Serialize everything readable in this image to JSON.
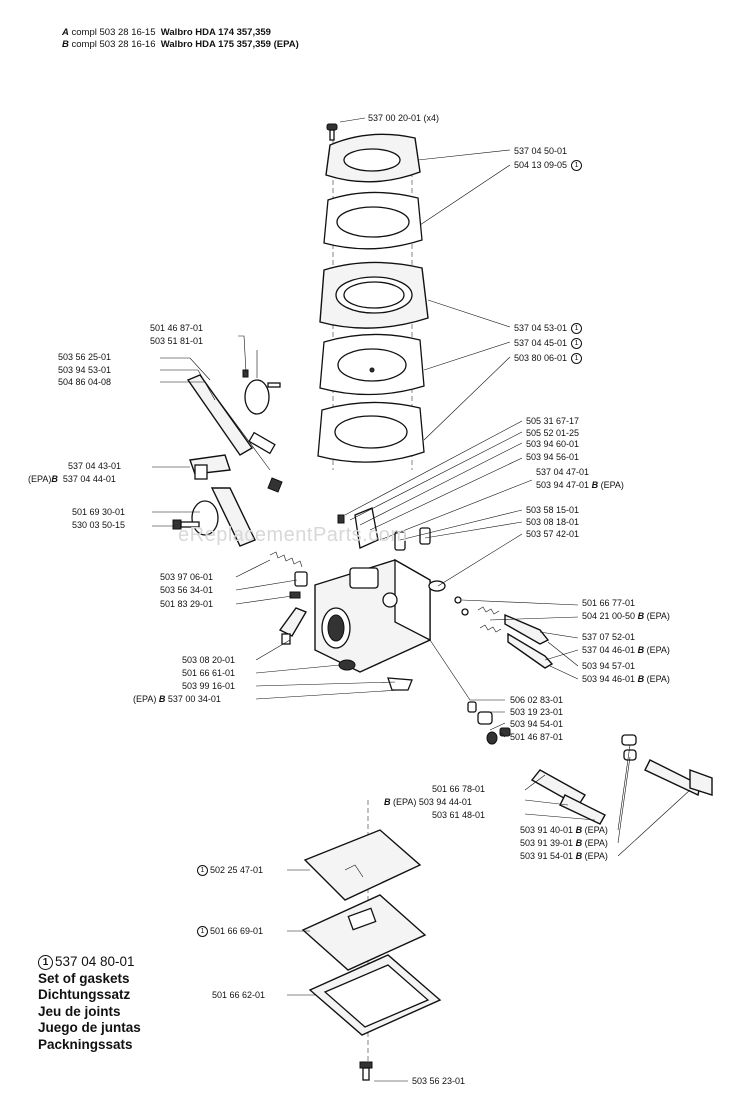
{
  "header": {
    "line_a": {
      "letter": "A",
      "text": "compl 503 28 16-15",
      "model": "Walbro HDA 174 357,359"
    },
    "line_b": {
      "letter": "B",
      "text": "compl 503 28 16-16",
      "model": "Walbro HDA 175 357,359 (EPA)"
    }
  },
  "watermark": "eReplacementParts.com",
  "labels": {
    "p1": "537 00 20-01 (x4)",
    "p2": "537 04 50-01",
    "p3": "504 13 09-05",
    "p4": "537 04 53-01",
    "p5": "537 04 45-01",
    "p6": "503 80 06-01",
    "p7": "501 46 87-01",
    "p8": "503 51 81-01",
    "p9": "503 56 25-01",
    "p10": "503 94 53-01",
    "p11": "504 86 04-08",
    "p12": "537 04 43-01",
    "p13_prefix": "(EPA)",
    "p13_b": "B",
    "p13": "537 04 44-01",
    "p14": "501 69 30-01",
    "p15": "530 03 50-15",
    "p16": "505 31 67-17",
    "p17": "505 52 01-25",
    "p18": "503 94 60-01",
    "p19": "503 94 56-01",
    "p20": "537 04 47-01",
    "p21": "503 94 47-01",
    "p21_b": "B",
    "p21_suffix": "(EPA)",
    "p22": "503 58 15-01",
    "p23": "503 08 18-01",
    "p24": "503 57 42-01",
    "p25": "503 97 06-01",
    "p26": "503 56 34-01",
    "p27": "501 83 29-01",
    "p28": "501 66 77-01",
    "p29": "504 21 00-50",
    "p29_b": "B",
    "p29_suffix": "(EPA)",
    "p30": "537 07 52-01",
    "p31": "537 04 46-01",
    "p31_b": "B",
    "p31_suffix": "(EPA)",
    "p32": "503 94 57-01",
    "p33": "503 94 46-01",
    "p33_b": "B",
    "p33_suffix": "(EPA)",
    "p34": "503 08 20-01",
    "p35": "501 66 61-01",
    "p36": "503 99 16-01",
    "p37_prefix": "(EPA)",
    "p37_b": "B",
    "p37": "537 00 34-01",
    "p38": "506 02 83-01",
    "p39": "503 19 23-01",
    "p40": "503 94 54-01",
    "p41": "501 46 87-01",
    "p42": "501 66 78-01",
    "p43_b": "B",
    "p43_prefix": "(EPA)",
    "p43": "503 94 44-01",
    "p44": "503 61 48-01",
    "p45": "503 91 40-01",
    "p45_b": "B",
    "p45_suffix": "(EPA)",
    "p46": "503 91 39-01",
    "p46_b": "B",
    "p46_suffix": "(EPA)",
    "p47": "503 91 54-01",
    "p47_b": "B",
    "p47_suffix": "(EPA)",
    "p48": "502 25 47-01",
    "p49": "501 66 69-01",
    "p50": "501 66 62-01",
    "p51": "503 56 23-01"
  },
  "gasket_mark": "1",
  "legend": {
    "kit_number": "537 04 80-01",
    "lines": [
      "Set of gaskets",
      "Dichtungssatz",
      "Jeu de joints",
      "Juego de juntas",
      "Packningssats"
    ]
  }
}
